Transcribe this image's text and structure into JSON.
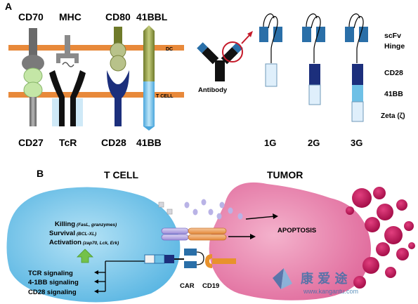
{
  "panel_a": {
    "label": "A",
    "dc_label": "DC",
    "tcell_line_label": "T CELL",
    "top_receptors": [
      "CD70",
      "MHC",
      "CD80",
      "41BBL"
    ],
    "bottom_receptors": [
      "CD27",
      "TcR",
      "CD28",
      "41BB"
    ],
    "antibody_label": "Antibody",
    "domain_labels": {
      "scfv": "scFv",
      "hinge": "Hinge",
      "cd28": "CD28",
      "41bb": "41BB",
      "zeta": "Zeta (ζ)"
    },
    "generations": [
      "1G",
      "2G",
      "3G"
    ]
  },
  "panel_b": {
    "label": "B",
    "tcell_title": "T CELL",
    "tumor_title": "TUMOR",
    "killing": "Killing",
    "killing_detail": "(FasL, granzymes)",
    "survival": "Survival",
    "survival_detail": "(BCL-XL)",
    "activation": "Activation",
    "activation_detail": "(zap70, Lck, Erk)",
    "signals": [
      "TCR signaling",
      "4-1BB signaling",
      "CD28 signaling"
    ],
    "car_label": "CAR",
    "cd19_label": "CD19",
    "apoptosis_label": "APOPTOSIS"
  },
  "colors": {
    "membrane": "#e8893a",
    "dark_blue": "#1c2f7c",
    "mid_blue": "#2f7fc0",
    "light_blue": "#6ec0e6",
    "pale_blue": "#d8ecf6",
    "tcell_fill": "#8fd0ee",
    "tumor_pink": "#ec8db4",
    "tumor_dark": "#c4135a",
    "receptor_green": "#bfe0a0",
    "grey": "#8c8c8c",
    "cd19_orange": "#e8922c"
  },
  "watermark": {
    "cn_text": "康 爱 途",
    "url_text": "www.kangantu.com"
  }
}
